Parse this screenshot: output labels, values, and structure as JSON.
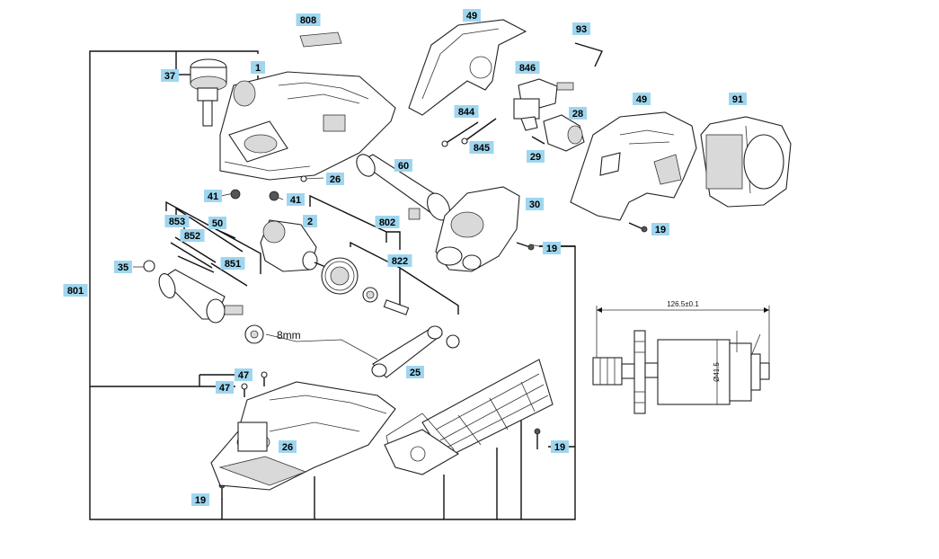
{
  "callouts": [
    "808",
    "49",
    "93",
    "37",
    "1",
    "846",
    "844",
    "845",
    "49",
    "91",
    "28",
    "29",
    "26",
    "60",
    "41",
    "41",
    "2",
    "802",
    "30",
    "19",
    "19",
    "853",
    "852",
    "50",
    "851",
    "35",
    "822",
    "801",
    "8mm",
    "25",
    "47",
    "47",
    "26",
    "19",
    "19"
  ],
  "dimension": {
    "length": "126.5±0.1",
    "diameter": "Ø41.5"
  },
  "colors": {
    "callout": "#9fd6ef",
    "line": "#111111"
  }
}
